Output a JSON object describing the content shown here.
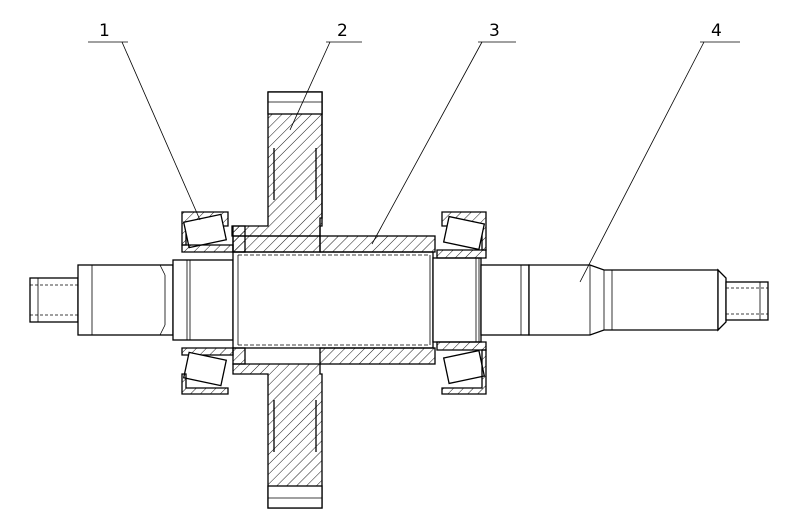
{
  "labels": [
    {
      "key": "bearing",
      "text": "1"
    },
    {
      "key": "gear",
      "text": "2"
    },
    {
      "key": "sleeve",
      "text": "3"
    },
    {
      "key": "shaft",
      "text": "4"
    }
  ]
}
